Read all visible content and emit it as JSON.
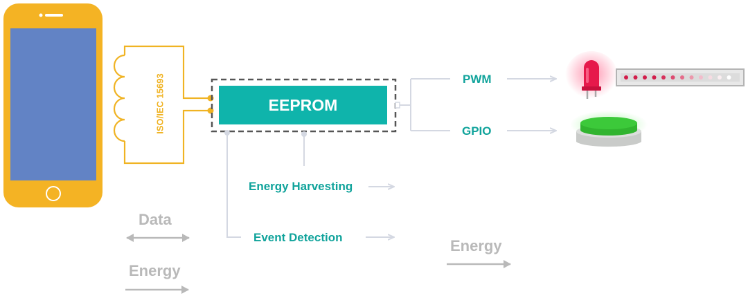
{
  "labels": {
    "chip": "EEPROM",
    "antenna_standard": "ISO/IEC 15693",
    "pwm": "PWM",
    "gpio": "GPIO",
    "energy_harvesting": "Energy Harvesting",
    "event_detection": "Event Detection",
    "legend_data": "Data",
    "legend_energy": "Energy",
    "energy_right": "Energy"
  },
  "colors": {
    "phone_body": "#f4b324",
    "phone_screen": "#6283c5",
    "antenna": "#f0b323",
    "chip_fill": "#0fb4ab",
    "chip_outline": "#555555",
    "teal_text": "#10a39b",
    "connector": "#d4d8e2",
    "legend_gray": "#b9b9b9",
    "led_red": "#e6194b",
    "button_green": "#3cc93a"
  },
  "icons": [
    "smartphone-icon",
    "antenna-coil-icon",
    "led-icon",
    "led-strip-icon",
    "button-icon"
  ]
}
